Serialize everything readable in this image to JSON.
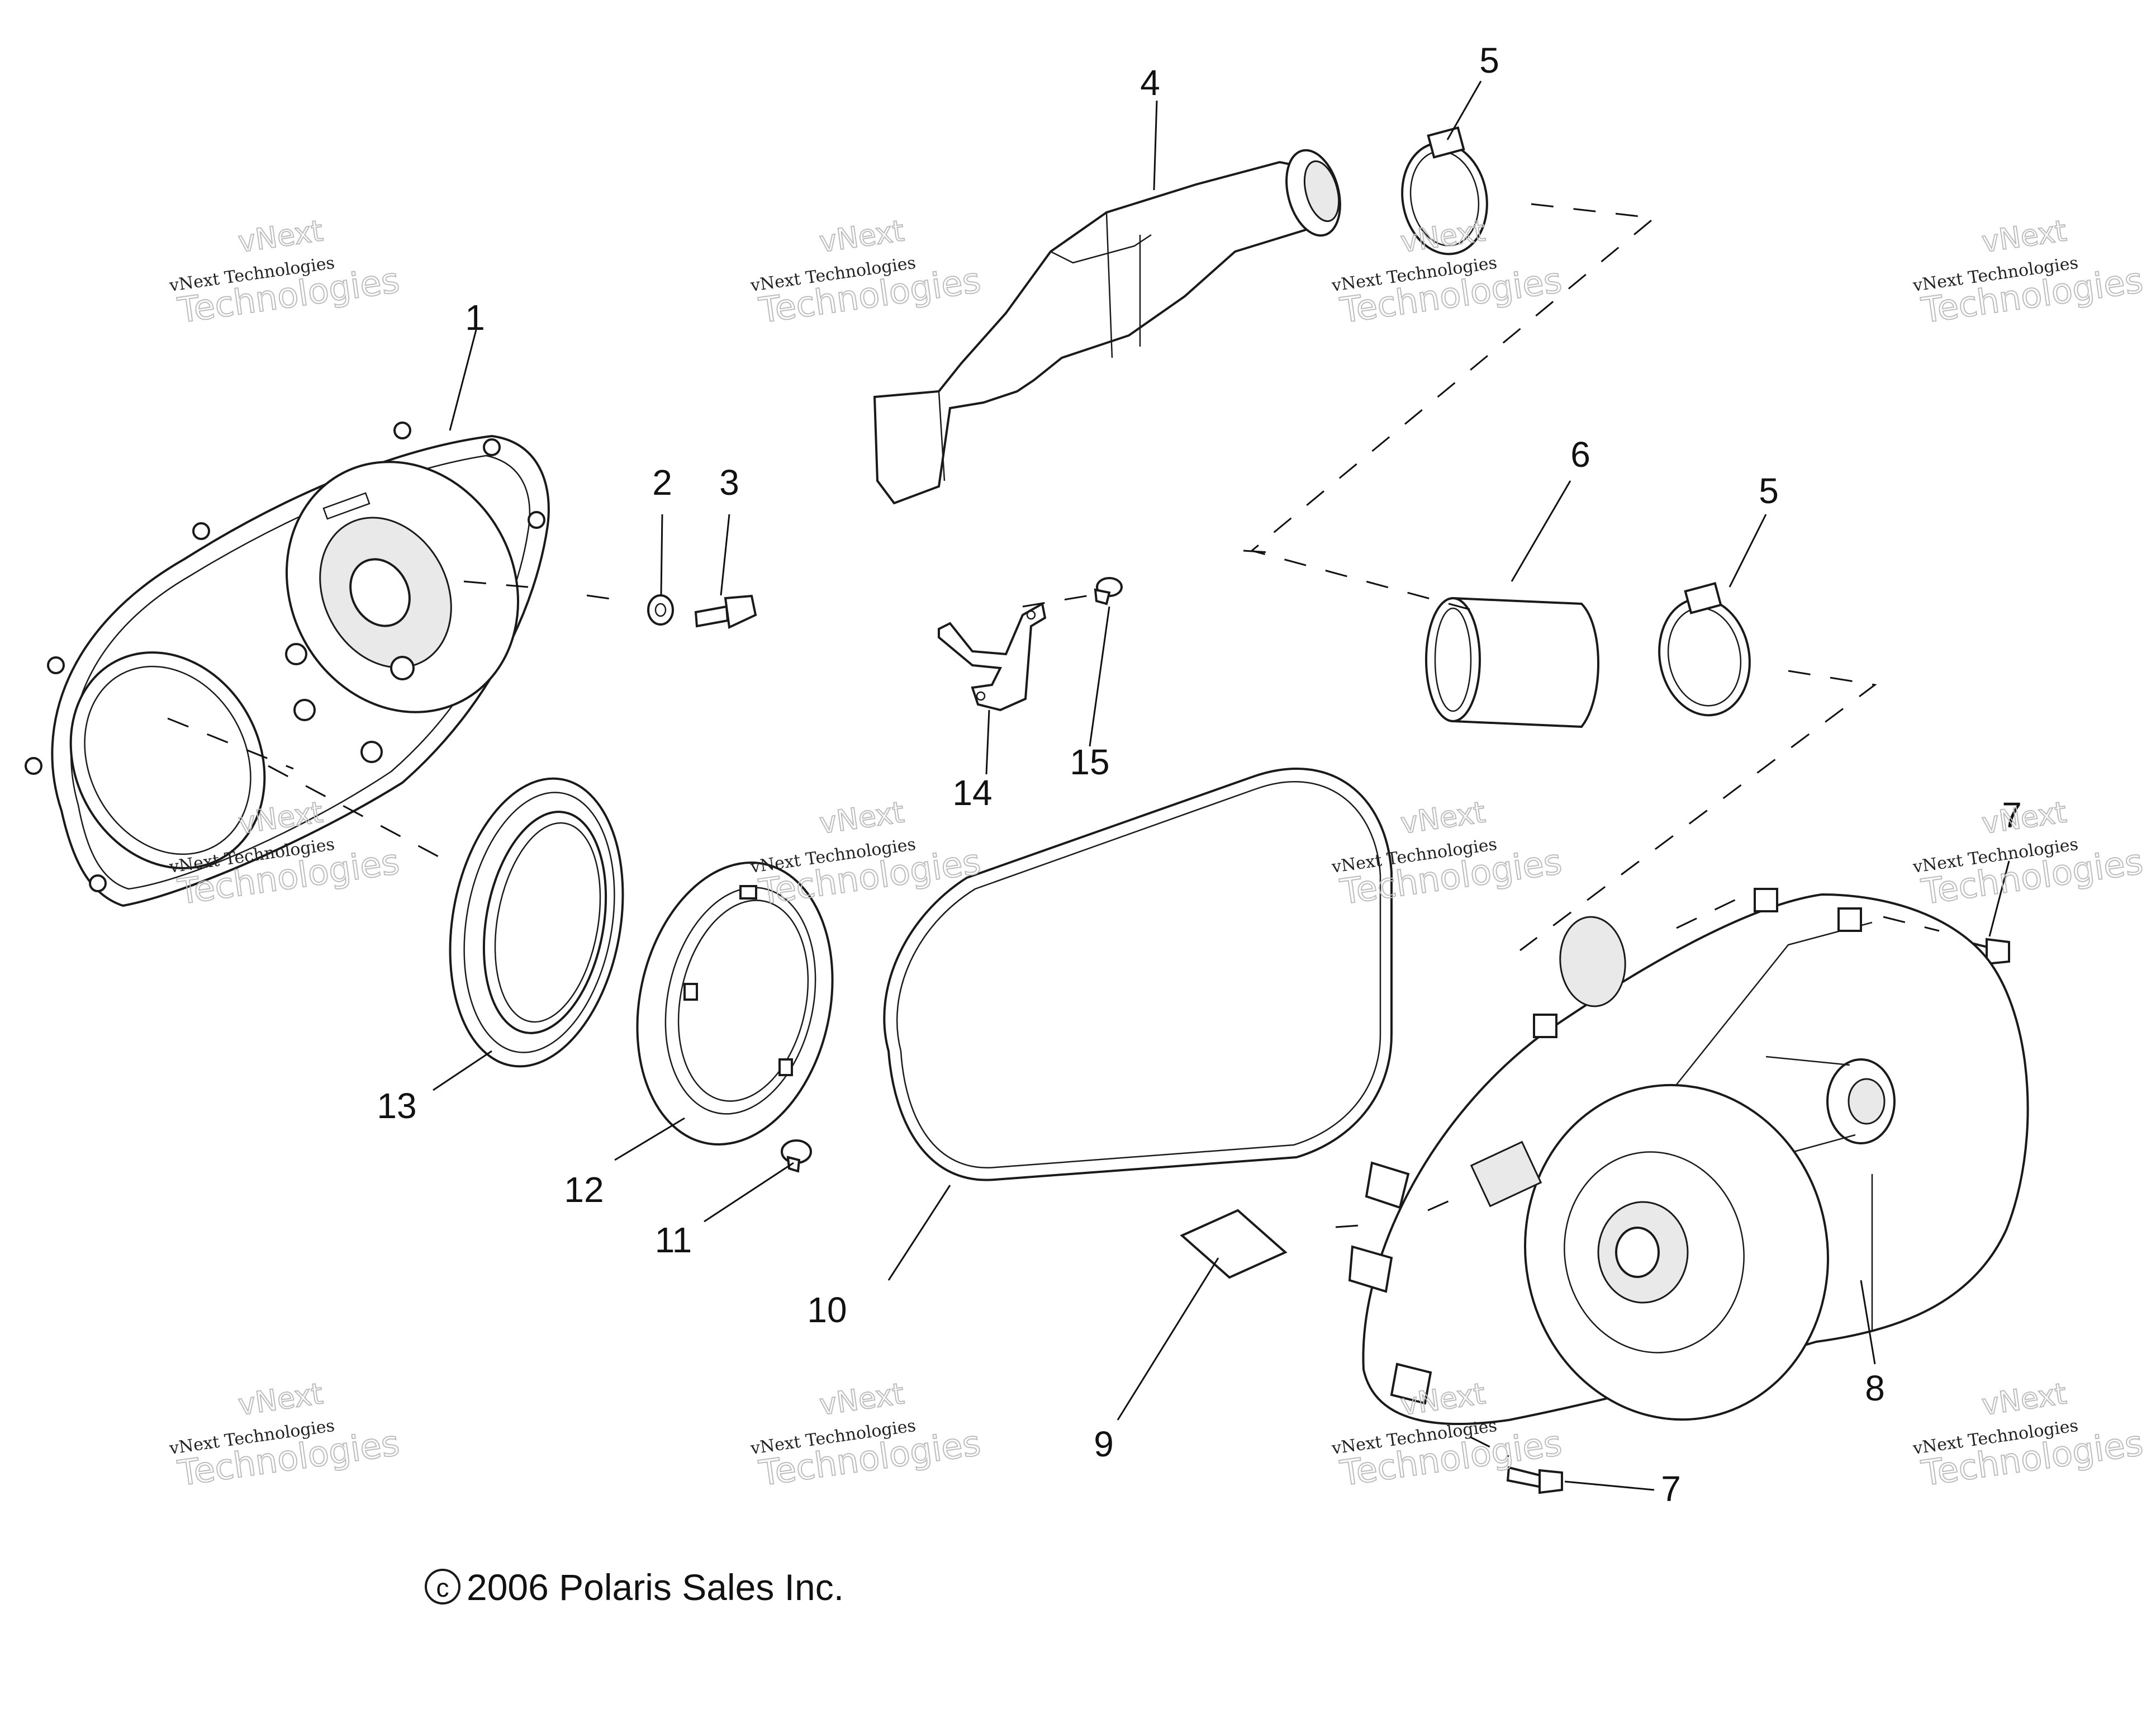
{
  "callouts": [
    "1",
    "2",
    "3",
    "4",
    "5",
    "5",
    "6",
    "7",
    "7",
    "8",
    "9",
    "10",
    "11",
    "12",
    "13",
    "14",
    "15"
  ],
  "watermark": {
    "line0": "vNext",
    "line1": "vNext Technologies",
    "line2": "Technologies"
  },
  "copyright": "2006 Polaris Sales Inc.",
  "copyright_symbol": "c"
}
